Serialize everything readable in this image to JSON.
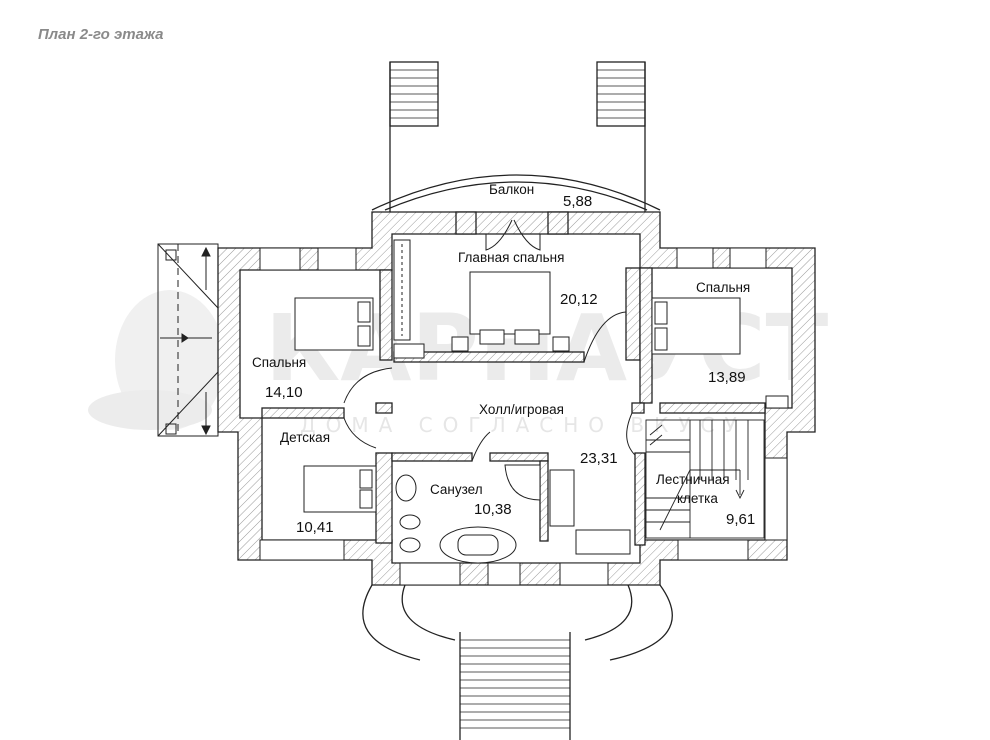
{
  "title": "План 2-го этажа",
  "watermark": {
    "brand": "КАРНАУСТ",
    "slogan": "ДОМА СОГЛАСНО ВКУСУ"
  },
  "rooms": [
    {
      "id": "balcony",
      "name": "Балкон",
      "area": "5,88"
    },
    {
      "id": "master-bedroom",
      "name": "Главная спальня",
      "area": "20,12"
    },
    {
      "id": "bedroom-left",
      "name": "Спальня",
      "area": "14,10"
    },
    {
      "id": "bedroom-right",
      "name": "Спальня",
      "area": "13,89"
    },
    {
      "id": "hall",
      "name": "Холл/игровая",
      "area": "23,31"
    },
    {
      "id": "kids-room",
      "name": "Детская",
      "area": "10,41"
    },
    {
      "id": "bathroom",
      "name": "Санузел",
      "area": "10,38"
    },
    {
      "id": "stairwell",
      "name_line1": "Лестничная",
      "name_line2": "клетка",
      "area": "9,61"
    }
  ],
  "colors": {
    "wall_outline": "#222222",
    "hatch": "#9a9a9a",
    "watermark": "#ebebeb",
    "title": "#8a8a8a"
  }
}
